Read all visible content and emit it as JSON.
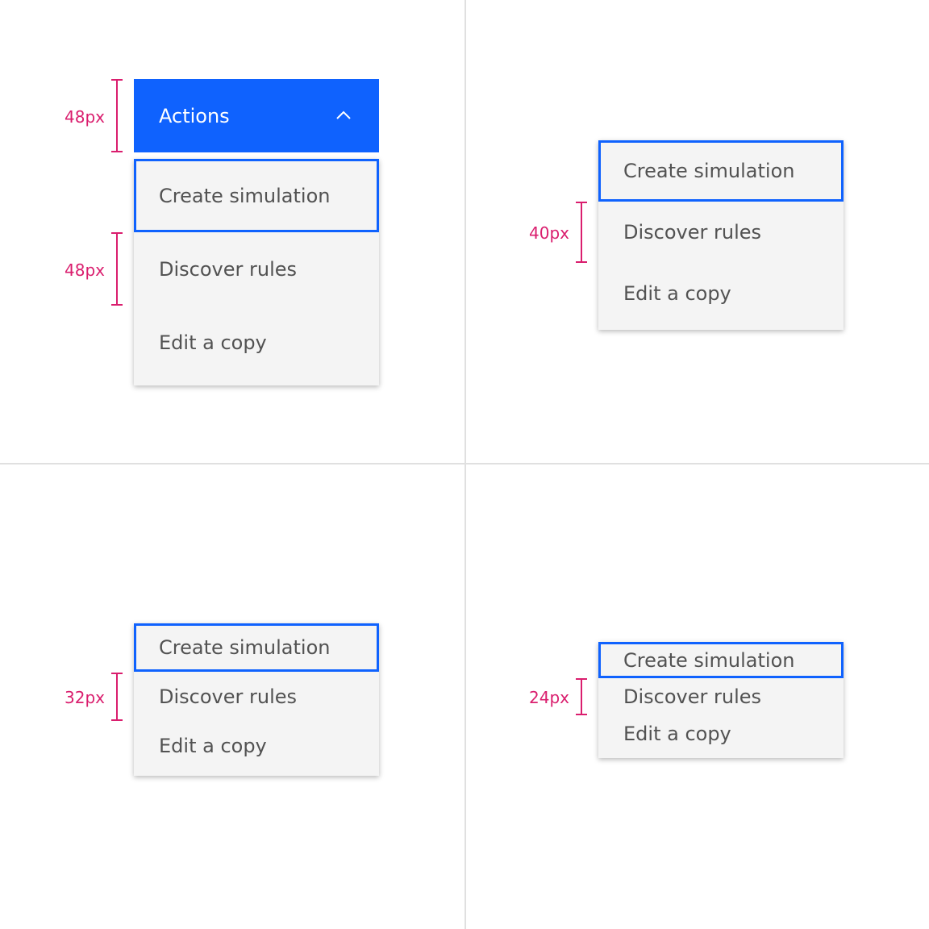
{
  "colors": {
    "accent": "#0f62fe",
    "annotation": "#da1e6e",
    "menu_bg": "#f4f4f4",
    "item_text": "#525252",
    "divider": "#e0e0e0"
  },
  "icons": {
    "trigger_chevron": "chevron-up-icon"
  },
  "trigger": {
    "label": "Actions",
    "state": "expanded"
  },
  "menus": [
    {
      "size": "48px",
      "measure_label": "48px",
      "trigger_measure_label": "48px",
      "items": [
        "Create simulation",
        "Discover rules",
        "Edit a copy"
      ],
      "focused_index": 0
    },
    {
      "size": "40px",
      "measure_label": "40px",
      "items": [
        "Create simulation",
        "Discover rules",
        "Edit a copy"
      ],
      "focused_index": 0
    },
    {
      "size": "32px",
      "measure_label": "32px",
      "items": [
        "Create simulation",
        "Discover rules",
        "Edit a copy"
      ],
      "focused_index": 0
    },
    {
      "size": "24px",
      "measure_label": "24px",
      "items": [
        "Create simulation",
        "Discover rules",
        "Edit a copy"
      ],
      "focused_index": 0
    }
  ]
}
